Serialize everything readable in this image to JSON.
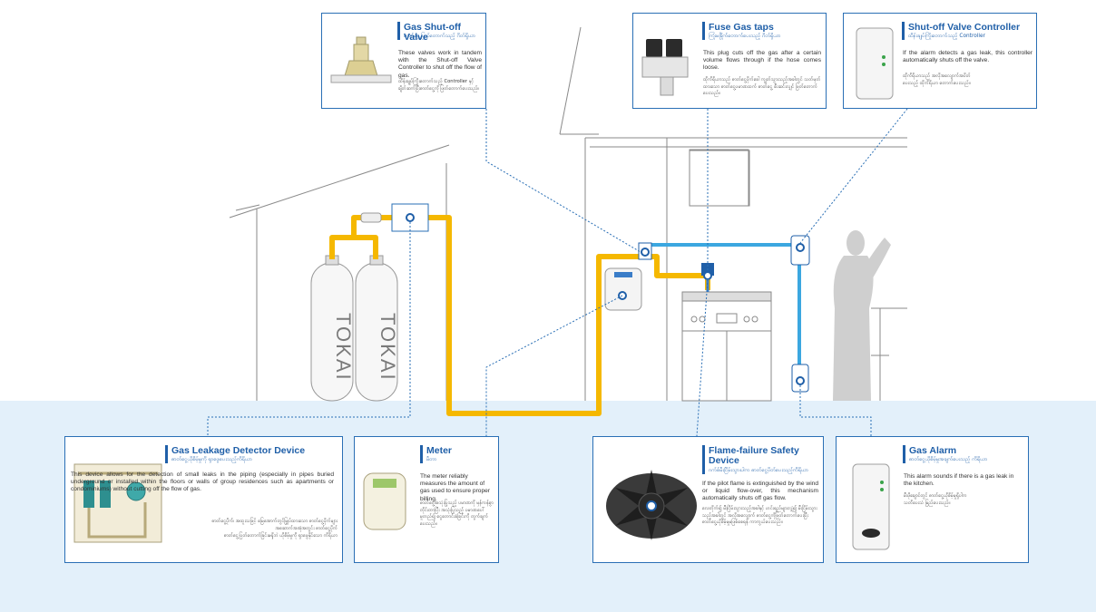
{
  "colors": {
    "gas_pipe": "#f5b800",
    "water_pipe": "#3ba7e0",
    "accent": "#1f5fa8",
    "floor": "#e3f0fa"
  },
  "cylinders": {
    "brand": "TOKAI"
  },
  "cards": {
    "shutoff_valve": {
      "title": "Gas Shut-off Valve",
      "subtitle": "ဓာတ်ငွေ့ပြတ်တောက်သည့် ဂိတ်ရှိယာ",
      "text": "These valves work in tandem with the Shut-off Valve Controller to shut off the flow of gas.",
      "text_my": "ထိန်းချုပ်ကြိုးတောက်သည့် Controller နှင့် ချိတ်ဆက်ပြီးဓာတ်ငွေ့ကို ဖြတ်တောက်ပေးသည်။"
    },
    "fuse_taps": {
      "title": "Fuse Gas taps",
      "subtitle": "ကြုံးမခြိုက်တောက်ပေးသည့် ဂိတ်ရှိယာ",
      "text": "This plug cuts off the gas after a certain volume flows through if the hose comes loose.",
      "text_my": "ထိုကိရိယာသည် ဓာတ်ငွေ့ပိုက်ခေါ ကျွတ်သွားသည့်အခါတွင် သတ်မှတ်ထားသော ဓာတ်ငွေ့ပမာဏထက် ဓာတ်ငွေ့ စီးဆင်းလျှင် ဖြတ်တောက်ပေးသည်။"
    },
    "valve_controller": {
      "title": "Shut-off Valve Controller",
      "subtitle": "ထိန်းချုပ်ကြိုးတောက်သည့် Controller",
      "text": "If the alarm detects a gas leak, this controller automatically shuts off the valve.",
      "text_my": "ထိုကိရိယာသည် အလိုအလျောက်အပိတ်ပေးသည့် ထိုကိရိယာ တောက်ပေးသည်။"
    },
    "leak_detector": {
      "title": "Gas Leakage Detector Device",
      "subtitle": "ဓာတ်ငွေ့ယိုစိမ့်မှုကို ရှာဖွေပေးသည့်ကိရိယာ",
      "text": "This device allows for the detection of small leaks in the piping (especially in pipes buried underground or installed within the floors or walls of group residences such as apartments or condominiums) without cutting off the flow of gas.",
      "text_my1": "ဓာတ်ငွေ့ပိုက်၊ အထူးသဖြင့် မြေအောက်တွင်မြှုပ်ထားသော ဓာတ်ငွေ့ပိုက်များ",
      "text_my2": "အဆောက်အအုံအတွင်း ဓာတ်ငွေ့ပိုက်",
      "text_my3": "ဓာတ်ငွေ့ပြတ်တောက်ခြင်းမရှိဘဲ ယိုစိမ့်မှုကို ရှာဖွေနိုင်သော ကိရိယာ"
    },
    "meter": {
      "title": "Meter",
      "subtitle": "မီတာ",
      "text": "The meter reliably measures the amount of gas used to ensure proper billing.",
      "text_my": "ဓာတ်ငွေ့အသုံးပြုသည့် ပမာဏကို မှန်ကန်စွာတိုင်းတာပြီး အသုံးပြုသည့် ပမာဏပေါ် မူတည်၍ ငွေတောင်းခံခြင်းကို တွက်ချက်ပေးသည်။"
    },
    "flame_failure": {
      "title": "Flame-failure Safety Device",
      "subtitle": "ဂက်စ်မီးငြိမ်းသွားပါက ဓာတ်ငွေ့ပိတ်ပေးသည့်ကိရိယာ",
      "text": "If the pilot flame is extinguished by the wind or liquid flow-over, this mechanism automatically shuts off gas flow.",
      "text_my": "လေတိုက်၍ မီးငြိမ်းသွားသည့်အခါနှင့် ဟင်းရည်များလျှံ၍ မီးငြိမ်းသွားသည့်အခါတွင် အလိုအလျောက် ဓာတ်ငွေ့ကိုဖြတ်တောက်ပေးပြီး ဓာတ်ငွေ့ယိုစိမ့်မှုမဖြစ်စေရန် ကာကွယ်ပေးသည်။"
    },
    "gas_alarm": {
      "title": "Gas Alarm",
      "subtitle": "ဓာတ်ငွေ့ယိုစိမ့်မှုအချက်ပေးသည့် ကိရိယာ",
      "text": "This alarm sounds if there is a gas leak in the kitchen.",
      "text_my": "မီးဖိုချောင်တွင် ဓာတ်ငွေ့ယိုစိမ့်မှုရှိပါက သတိပေးသံ မြည်ပေးသည်။"
    }
  }
}
